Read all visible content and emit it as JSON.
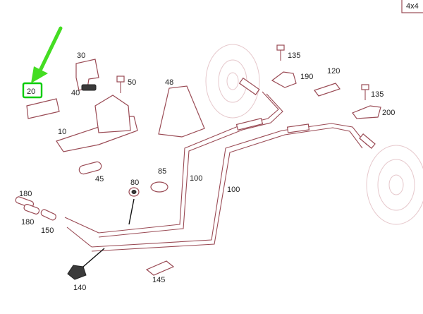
{
  "corner_label": "4x4",
  "highlight_color": "#00cc00",
  "part_color": "#9a4b55",
  "callouts": {
    "c10": "10",
    "c20": "20",
    "c30": "30",
    "c40": "40",
    "c45": "45",
    "c48": "48",
    "c50": "50",
    "c80": "80",
    "c85": "85",
    "c100a": "100",
    "c100b": "100",
    "c120": "120",
    "c135a": "135",
    "c135b": "135",
    "c140": "140",
    "c145": "145",
    "c150": "150",
    "c180a": "180",
    "c180b": "180",
    "c190": "190",
    "c200": "200"
  }
}
